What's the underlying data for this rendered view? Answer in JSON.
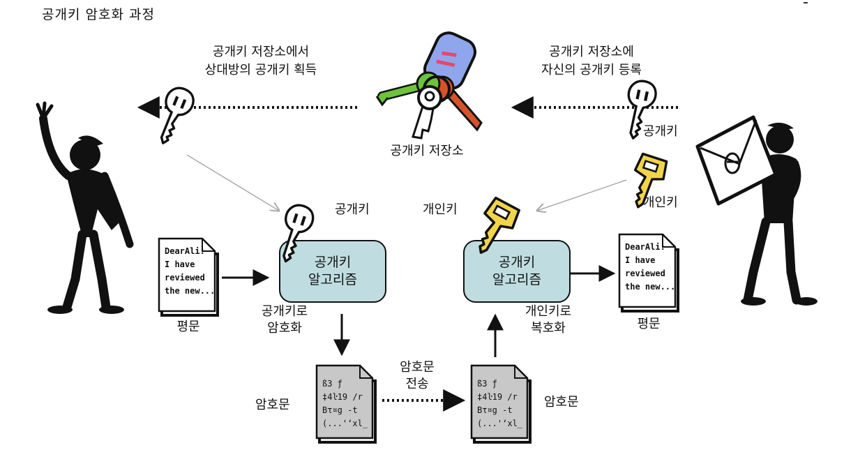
{
  "title": "공개키 암호화 과정",
  "repository": {
    "label": "공개키 저장소",
    "left_note": [
      "공개키 저장소에서",
      "상대방의 공개키 획득"
    ],
    "right_note": [
      "공개키 저장소에",
      "자신의 공개키 등록"
    ]
  },
  "right_person_keys": {
    "public": "공개키",
    "private": "개인키"
  },
  "encrypt_side": {
    "key_label": "공개키",
    "algorithm": [
      "공개키",
      "알고리즘"
    ],
    "action": [
      "공개키로",
      "암호화"
    ],
    "plaintext_label": "평문",
    "ciphertext_label": "암호문"
  },
  "decrypt_side": {
    "key_label": "개인키",
    "algorithm": [
      "공개키",
      "알고리즘"
    ],
    "action": [
      "개인키로",
      "복호화"
    ],
    "plaintext_label": "평문",
    "ciphertext_label": "암호문"
  },
  "transfer": [
    "암호문",
    "전송"
  ],
  "plaintext_doc": [
    "DearAli:",
    "I have",
    "reviewed",
    "the new..."
  ],
  "ciphertext_doc": [
    "ß3 ƒ",
    "‡4ŀ19 /r",
    "Bτ¤g -t",
    "(...'‘xl_"
  ],
  "colors": {
    "algorithm_box": "#bfdde0",
    "private_key": "#f2d44a",
    "key_outline": "#111111"
  },
  "icons": [
    "person-left",
    "person-right-with-envelope",
    "key-ring",
    "public-key-icon",
    "private-key-icon",
    "document-icon"
  ]
}
